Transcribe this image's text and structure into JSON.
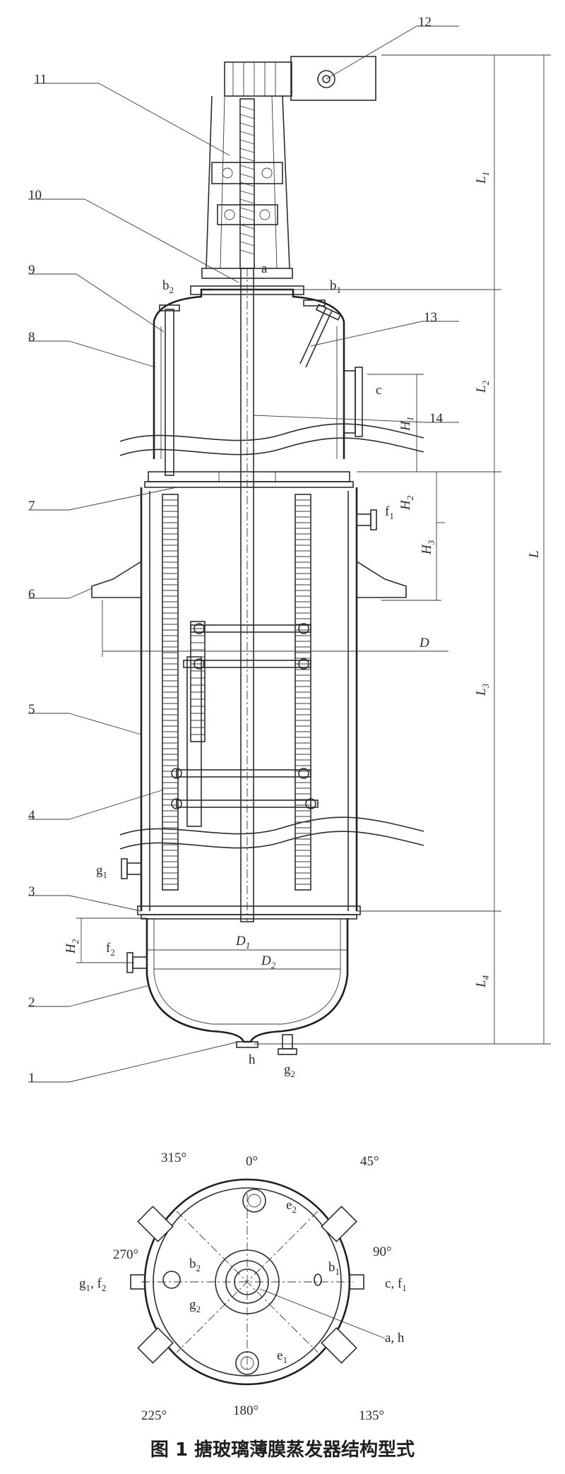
{
  "figure": {
    "caption": "图 1   搪玻璃薄膜蒸发器结构型式",
    "part_numbers": [
      "1",
      "2",
      "3",
      "4",
      "5",
      "6",
      "7",
      "8",
      "9",
      "10",
      "11",
      "12",
      "13",
      "14"
    ],
    "nozzles": {
      "a": "a",
      "b1": "b",
      "b1_sub": "1",
      "b2": "b",
      "b2_sub": "2",
      "c": "c",
      "f1": "f",
      "f1_sub": "1",
      "f2": "f",
      "f2_sub": "2",
      "g1": "g",
      "g1_sub": "1",
      "g2": "g",
      "g2_sub": "2",
      "h": "h"
    },
    "dimensions": {
      "L": "L",
      "L1": "L",
      "L1_sub": "1",
      "L2": "L",
      "L2_sub": "2",
      "L3": "L",
      "L3_sub": "3",
      "L4": "L",
      "L4_sub": "4",
      "H1": "H",
      "H1_sub": "1",
      "H2": "H",
      "H2_sub": "2",
      "H3": "H",
      "H3_sub": "3",
      "H2_bottom": "H",
      "H2_bottom_sub": "2",
      "D": "D",
      "D1": "D",
      "D1_sub": "1",
      "D2": "D",
      "D2_sub": "2"
    },
    "plan_view": {
      "angle_0": "0°",
      "angle_45": "45°",
      "angle_90": "90°",
      "angle_135": "135°",
      "angle_180": "180°",
      "angle_225": "225°",
      "angle_270": "270°",
      "angle_315": "315°",
      "e1": "e",
      "e1_sub": "1",
      "e2": "e",
      "e2_sub": "2",
      "b1": "b",
      "b1_sub": "1",
      "b2": "b",
      "b2_sub": "2",
      "g2": "g",
      "g2_sub": "2",
      "c_f1": "c, f",
      "c_f1_sub": "1",
      "g1_f2": "g",
      "g1_f2_mid": "1",
      "g1_f2_tail": ", f",
      "g1_f2_sub": "2",
      "a_h": "a, h"
    }
  }
}
